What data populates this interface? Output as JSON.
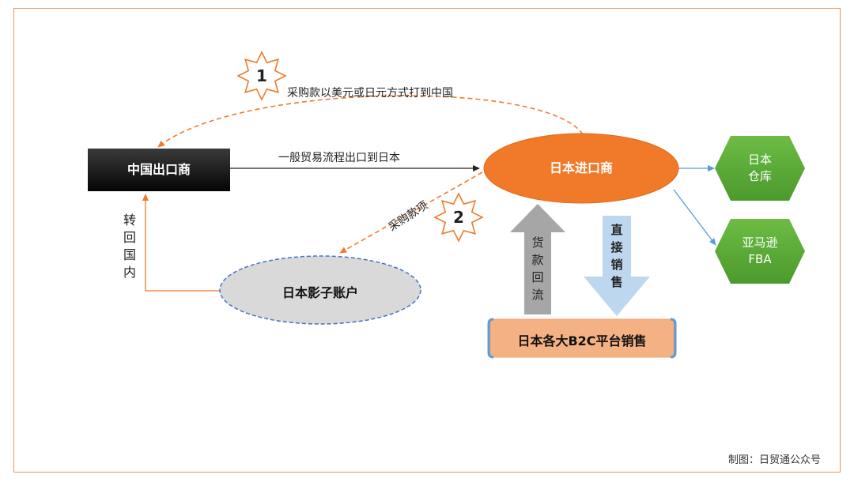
{
  "nodes": {
    "china_exporter": "中国出口商",
    "japan_importer": "日本进口商",
    "shadow_account": "日本影子账户",
    "b2c_platform": "日本各大B2C平台销售",
    "warehouse": "日本\n仓库",
    "amazon_fba": "亚马逊\nFBA"
  },
  "labels": {
    "payment_route_1": "采购款以美元或日元方式打到中国",
    "general_trade": "一般贸易流程出口到日本",
    "payment_route_2": "采购款项",
    "transfer_home": "转回国内",
    "funds_return": "货款回流",
    "direct_sales": "直接销售",
    "step1": "1",
    "step2": "2"
  },
  "credit": "制图：日贸通公众号",
  "colors": {
    "frame": "#e8945a",
    "importer": "#f07a2a",
    "hexagon": "#5aa838",
    "b2c": "#f4b183",
    "grey_arrow": "#a6a6a6",
    "blue_arrow": "#bdd7ee"
  }
}
